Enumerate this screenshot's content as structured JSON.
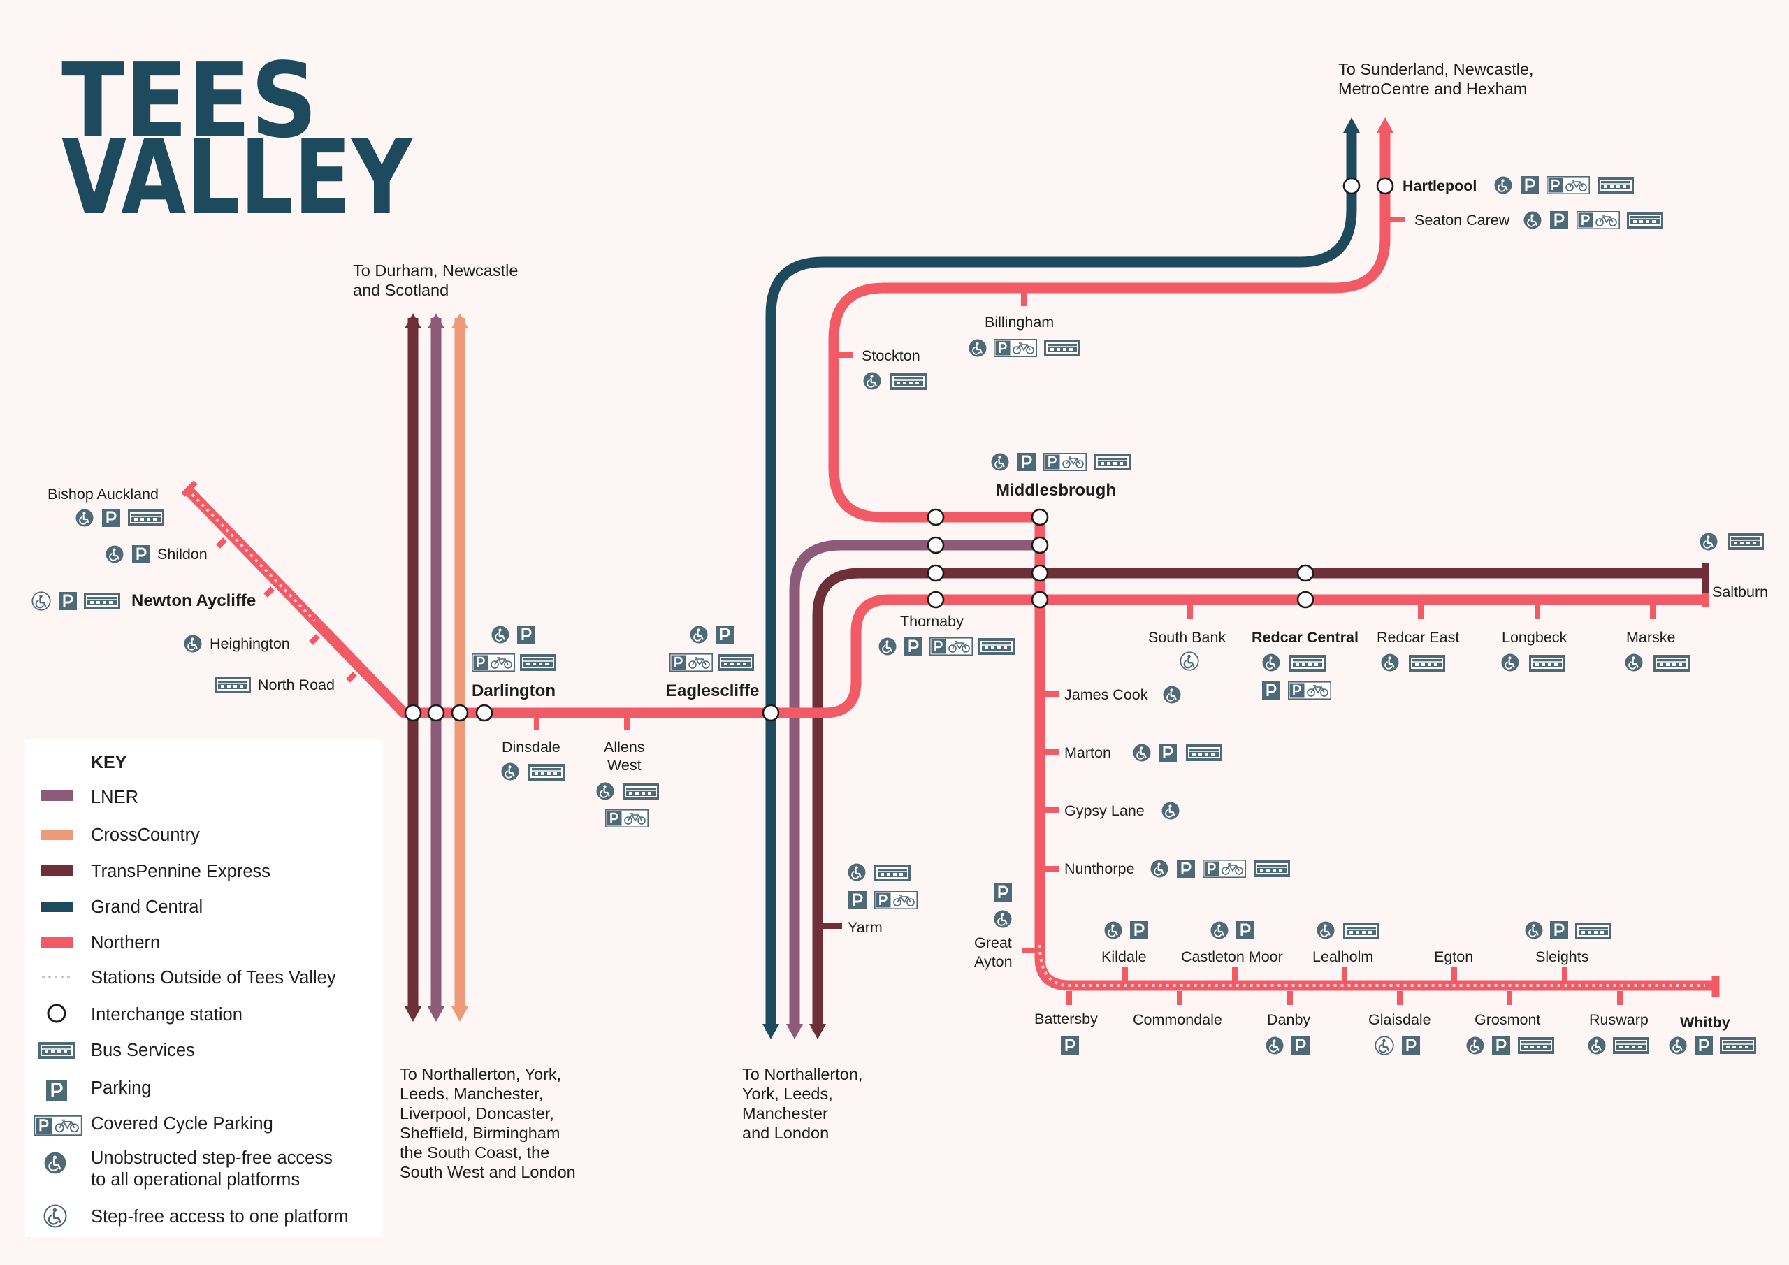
{
  "logo": {
    "line1": "TEES",
    "line2": "VALLEY"
  },
  "colors": {
    "background": "#fdf6f4",
    "lner": "#8e5a79",
    "crosscountry": "#ee9a78",
    "transpennine": "#6e2f38",
    "grand_central": "#1e4a5d",
    "northern": "#f25a66",
    "icon": "#4f6a77"
  },
  "destinations": {
    "north_west": [
      "To Durham, Newcastle",
      "and Scotland"
    ],
    "north_east": [
      "To Sunderland, Newcastle,",
      "MetroCentre and Hexham"
    ],
    "south_west": [
      "To Northallerton, York,",
      "Leeds, Manchester,",
      "Liverpool, Doncaster,",
      "Sheffield, Birmingham",
      "the South Coast, the",
      "South West and London"
    ],
    "south_central": [
      "To Northallerton,",
      "York, Leeds,",
      "Manchester",
      "and London"
    ]
  },
  "stations": {
    "bishop_auckland": "Bishop Auckland",
    "shildon": "Shildon",
    "newton_aycliffe": "Newton Aycliffe",
    "heighington": "Heighington",
    "north_road": "North Road",
    "darlington": "Darlington",
    "dinsdale": "Dinsdale",
    "allens_west_1": "Allens",
    "allens_west_2": "West",
    "eaglescliffe": "Eaglescliffe",
    "yarm": "Yarm",
    "stockton": "Stockton",
    "billingham": "Billingham",
    "hartlepool": "Hartlepool",
    "seaton_carew": "Seaton Carew",
    "middlesbrough": "Middlesbrough",
    "thornaby": "Thornaby",
    "south_bank": "South Bank",
    "redcar_central": "Redcar Central",
    "redcar_east": "Redcar East",
    "longbeck": "Longbeck",
    "marske": "Marske",
    "saltburn": "Saltburn",
    "james_cook": "James Cook",
    "marton": "Marton",
    "gypsy_lane": "Gypsy Lane",
    "nunthorpe": "Nunthorpe",
    "great_ayton_1": "Great",
    "great_ayton_2": "Ayton",
    "battersby": "Battersby",
    "kildale": "Kildale",
    "commondale": "Commondale",
    "castleton_moor": "Castleton Moor",
    "danby": "Danby",
    "lealholm": "Lealholm",
    "glaisdale": "Glaisdale",
    "egton": "Egton",
    "grosmont": "Grosmont",
    "sleights": "Sleights",
    "ruswarp": "Ruswarp",
    "whitby": "Whitby"
  },
  "key": {
    "title": "KEY",
    "items": [
      {
        "label": "LNER",
        "icon": "swatch-lner"
      },
      {
        "label": "CrossCountry",
        "icon": "swatch-crosscountry"
      },
      {
        "label": "TransPennine Express",
        "icon": "swatch-transpennine"
      },
      {
        "label": "Grand Central",
        "icon": "swatch-grand-central"
      },
      {
        "label": "Northern",
        "icon": "swatch-northern"
      },
      {
        "label": "Stations Outside of Tees Valley",
        "icon": "dotted-line"
      },
      {
        "label": "Interchange station",
        "icon": "interchange-circle"
      },
      {
        "label": "Bus Services",
        "icon": "bus-icon"
      },
      {
        "label": "Parking",
        "icon": "parking-icon"
      },
      {
        "label": "Covered Cycle Parking",
        "icon": "cycle-parking-icon"
      },
      {
        "label": "Unobstructed step-free access",
        "label2": "to all operational platforms",
        "icon": "step-free-full-icon"
      },
      {
        "label": "Step-free access to one platform",
        "icon": "step-free-partial-icon"
      }
    ]
  }
}
